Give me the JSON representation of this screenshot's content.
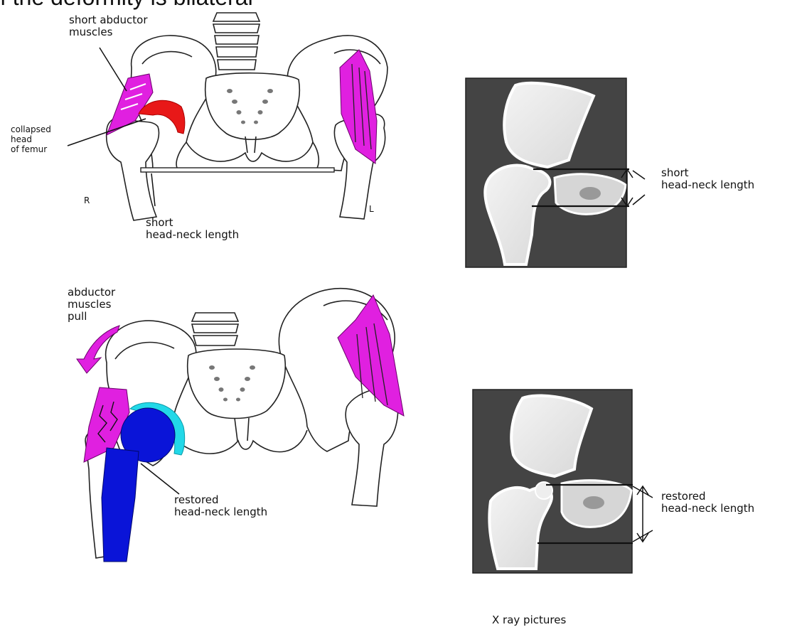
{
  "header": {
    "title": "f the deformity is bilateral"
  },
  "top_diagram": {
    "label_abductor": "short abductor\nmuscles",
    "label_femur": "collapsed\nhead\nof femur",
    "label_right": "R",
    "label_left": "L",
    "label_length": "short\nhead-neck length"
  },
  "bottom_diagram": {
    "label_abductor": "abductor\nmuscles\npull",
    "label_length": "restored\nhead-neck length"
  },
  "xray_top": {
    "label_length": "short\nhead-neck length"
  },
  "xray_bottom": {
    "label_length": "restored\nhead-neck length"
  },
  "footer": {
    "caption": "X ray pictures"
  },
  "colors": {
    "muscle": "#e020e0",
    "collapsed_head": "#e81818",
    "implant_head": "#0a14d8",
    "implant_cup": "#22d8e8",
    "xray_bg": "#444444"
  }
}
